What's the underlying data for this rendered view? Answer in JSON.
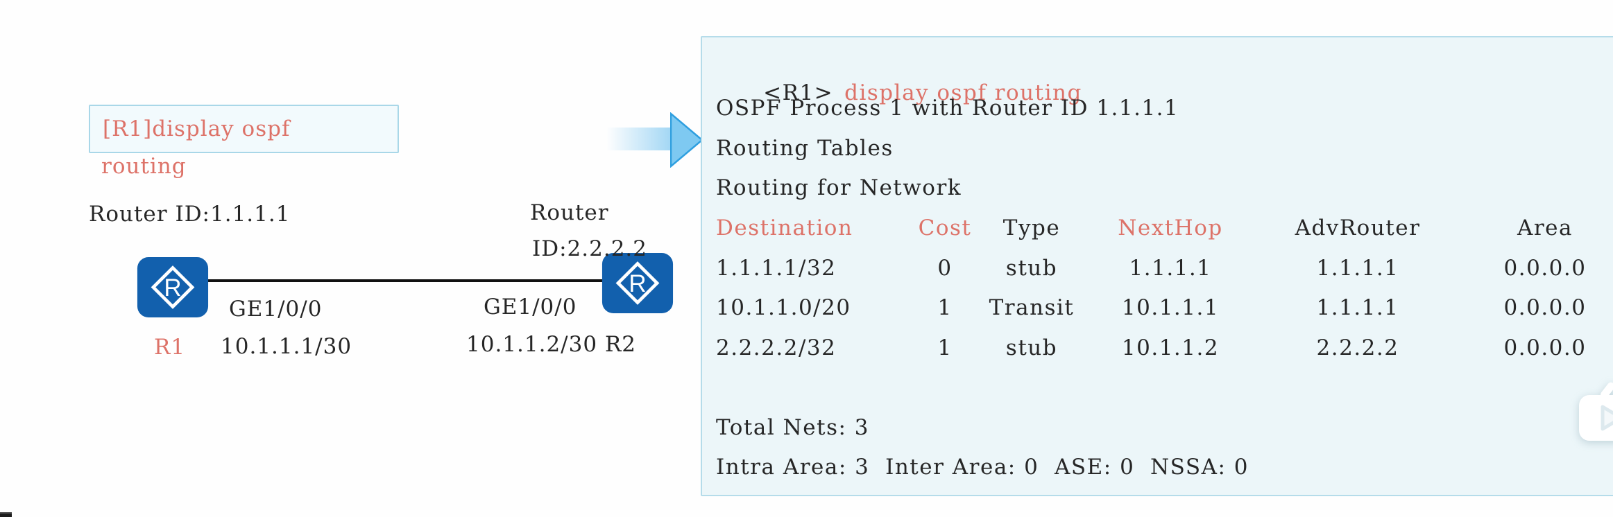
{
  "colors": {
    "accent_red": "#dd7268",
    "text_black": "#262626",
    "router_blue": "#1260ad",
    "panel_bg": "#ecf6f9",
    "panel_border": "#b5dcea",
    "arrow_blue": "#7ec9f1",
    "arrow_edge_blue": "#2f9fdf"
  },
  "diagram": {
    "command_box": {
      "text": "[R1]display ospf",
      "overflow_text": "routing"
    },
    "router1": {
      "id_label": "Router ID:1.1.1.1",
      "name": "R1",
      "interface": "GE1/0/0",
      "ip": "10.1.1.1/30"
    },
    "router2": {
      "id_label_line1": "Router",
      "id_label_line2": "ID:2.2.2.2",
      "name": "R2",
      "interface": "GE1/0/0",
      "ip": "10.1.1.2/30"
    },
    "router_icon_letter": "R"
  },
  "console": {
    "prompt": "<R1>",
    "command": "display ospf routing",
    "process_line": "OSPF Process 1 with Router ID 1.1.1.1",
    "tables_line": "Routing Tables",
    "network_line": "Routing for Network",
    "table": {
      "headers": [
        "Destination",
        "Cost",
        "Type",
        "NextHop",
        "AdvRouter",
        "Area"
      ],
      "rows": [
        [
          "1.1.1.1/32",
          "0",
          "stub",
          "1.1.1.1",
          "1.1.1.1",
          "0.0.0.0"
        ],
        [
          "10.1.1.0/20",
          "1",
          "Transit",
          "10.1.1.1",
          "1.1.1.1",
          "0.0.0.0"
        ],
        [
          "2.2.2.2/32",
          "1",
          "stub",
          "10.1.1.2",
          "2.2.2.2",
          "0.0.0.0"
        ]
      ]
    },
    "total_line": "Total Nets: 3",
    "summary_line": "Intra Area: 3  Inter Area: 0  ASE: 0  NSSA: 0"
  }
}
